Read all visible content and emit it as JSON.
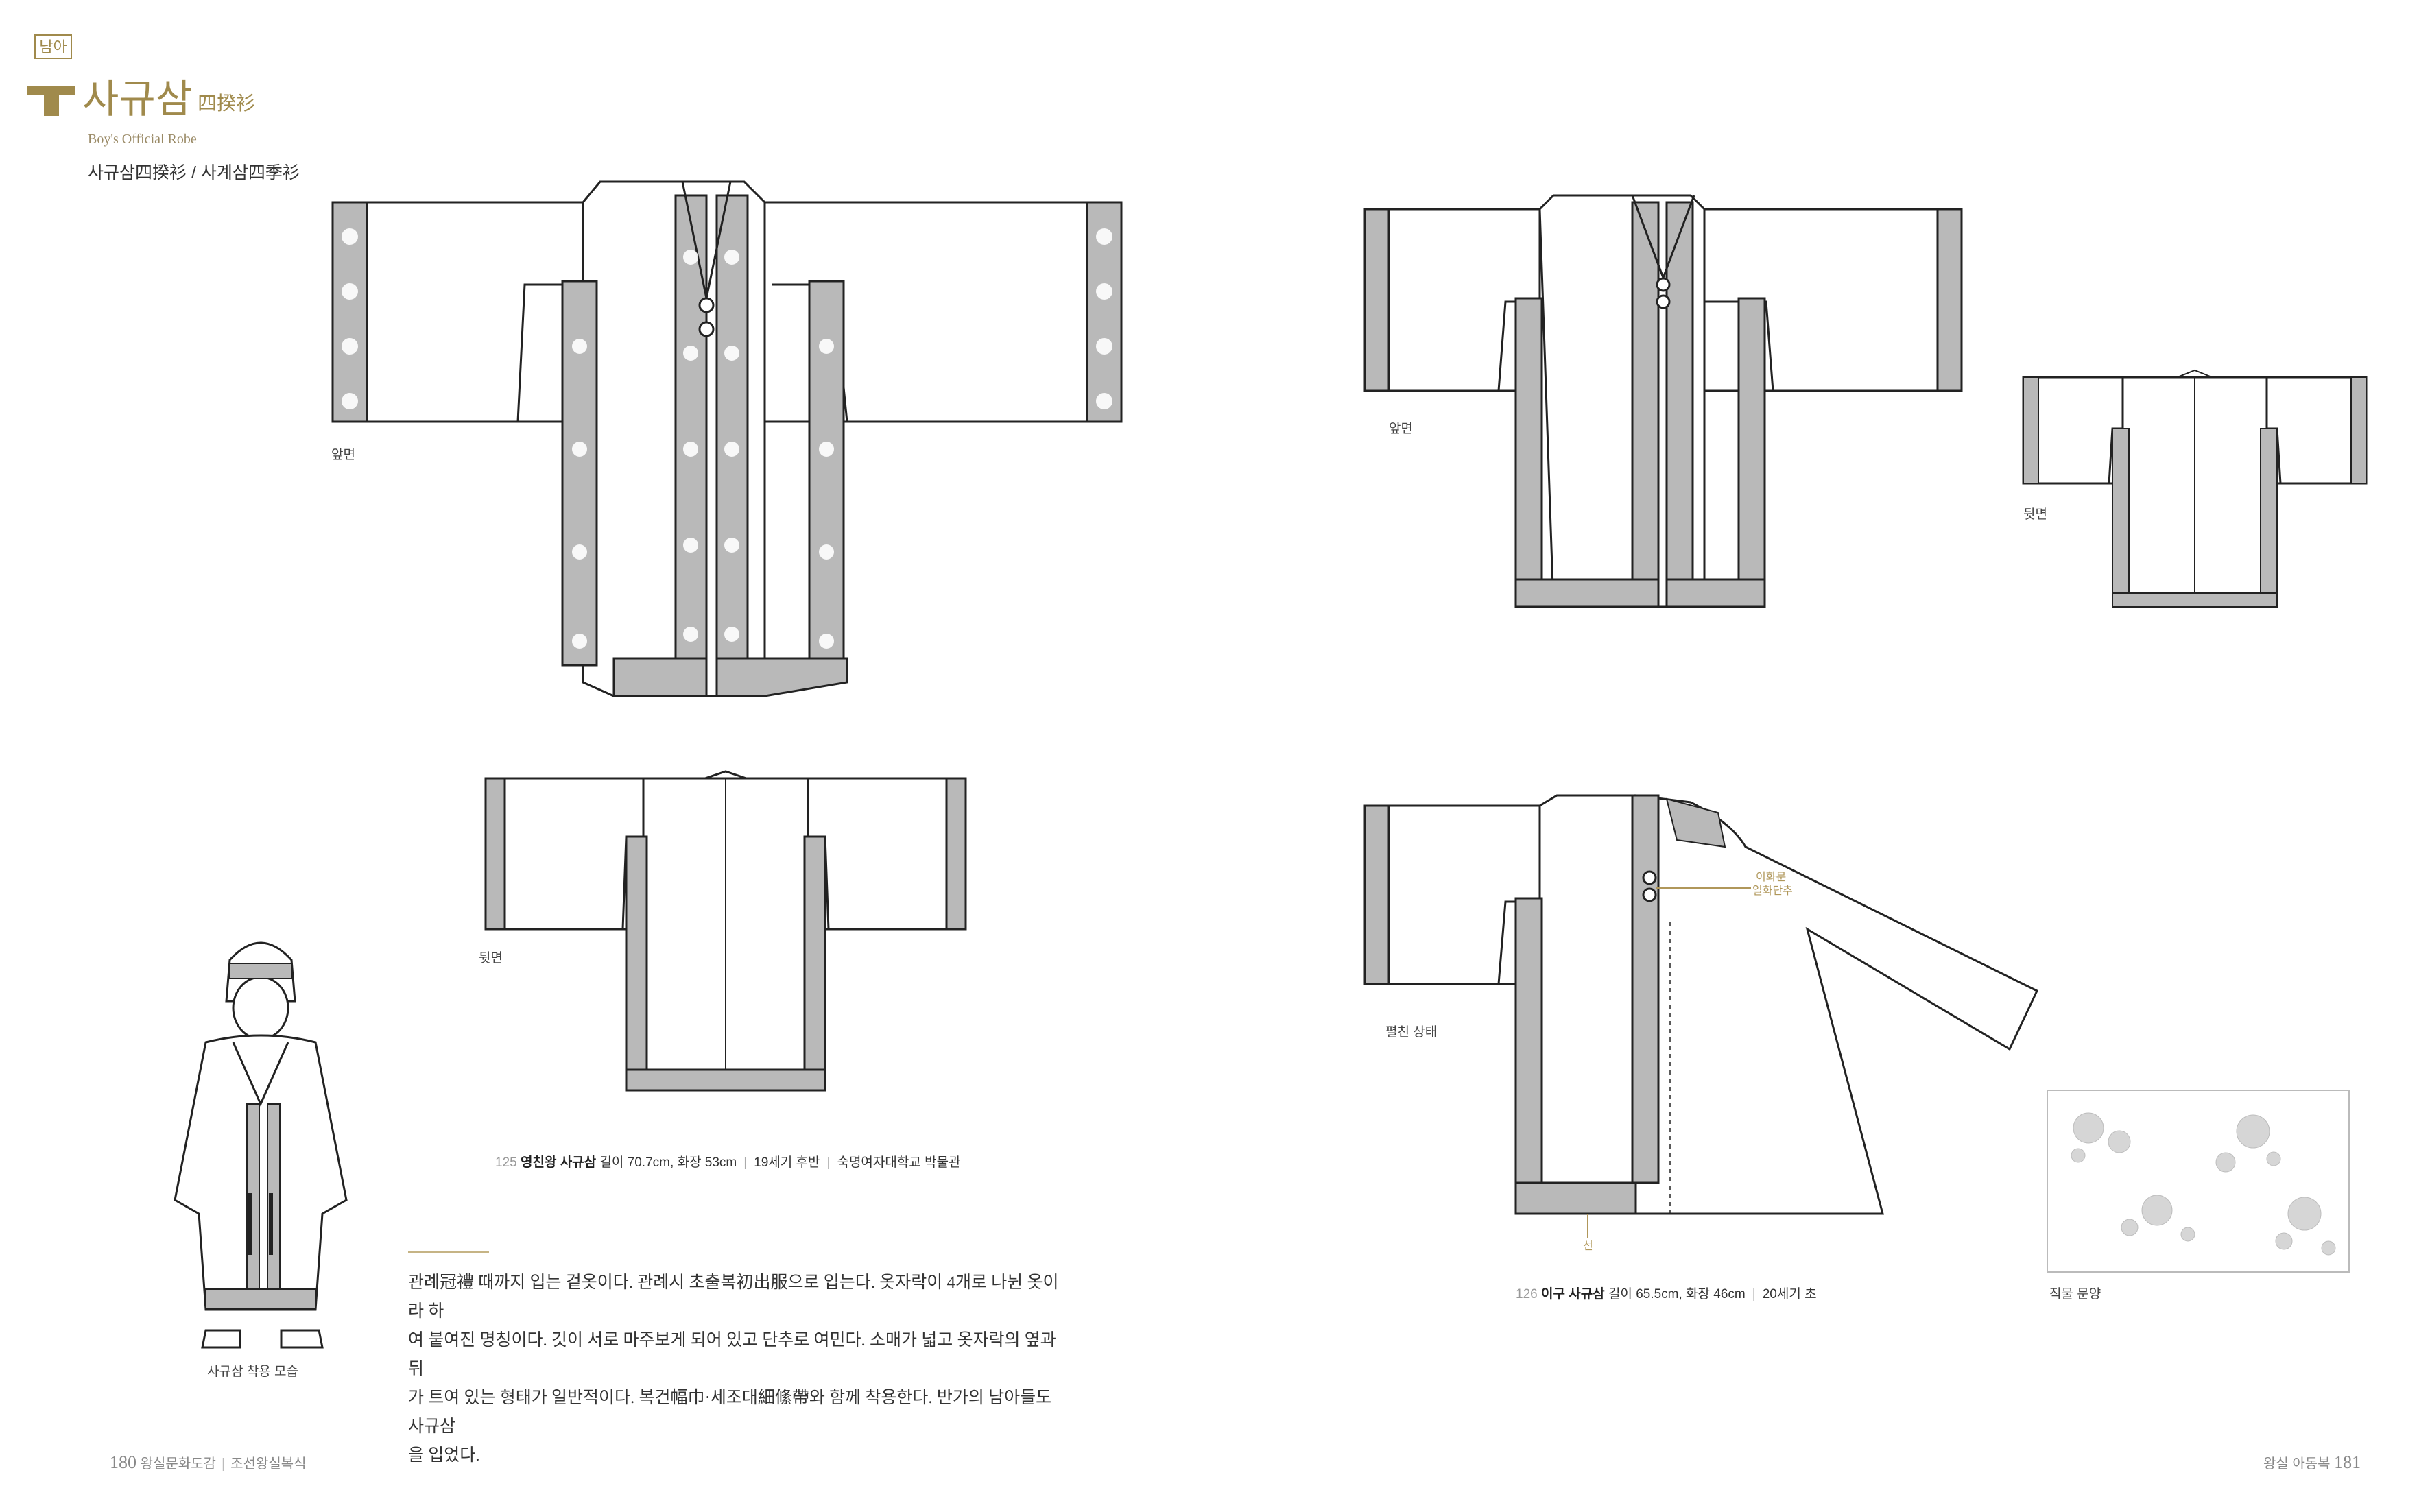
{
  "header": {
    "badge": "남아",
    "title_ko": "사규삼",
    "title_hanja": "四揆衫",
    "title_en": "Boy's Official Robe",
    "subtitle": "사규삼四揆衫 / 사계삼四季衫"
  },
  "left_page": {
    "front_label": "앞면",
    "back_label": "뒷면",
    "child_caption": "사규삼 착용 모습",
    "caption": {
      "number": "125",
      "name": "영친왕 사규삼",
      "specs": "길이 70.7cm, 화장 53cm",
      "period": "19세기 후반",
      "collection": "숙명여자대학교 박물관"
    },
    "body_lines": [
      "관례冠禮 때까지 입는 겉옷이다. 관례시 초출복初出服으로 입는다. 옷자락이 4개로 나뉜 옷이라 하",
      "여 붙여진 명칭이다. 깃이 서로 마주보게 되어 있고 단추로 여민다. 소매가 넓고 옷자락의 옆과 뒤",
      "가 트여 있는 형태가 일반적이다. 복건幅巾·세조대細絛帶와 함께 착용한다. 반가의 남아들도 사규삼",
      "을 입었다."
    ]
  },
  "right_page": {
    "front_label": "앞면",
    "back_label": "뒷면",
    "open_label": "펼친 상태",
    "annotation_1": "이화문",
    "annotation_2": "일화단추",
    "annotation_3": "선",
    "pattern_caption": "직물 문양",
    "caption": {
      "number": "126",
      "name": "이구 사규삼",
      "specs": "길이 65.5cm, 화장 46cm",
      "period": "20세기 초"
    }
  },
  "footer": {
    "left_page_num": "180",
    "left_book": "왕실문화도감",
    "left_section": "조선왕실복식",
    "right_section": "왕실 아동복",
    "right_page_num": "181"
  },
  "colors": {
    "accent_gold": "#a08a4c",
    "trim_gray": "#b9b9b9",
    "line": "#222222"
  }
}
